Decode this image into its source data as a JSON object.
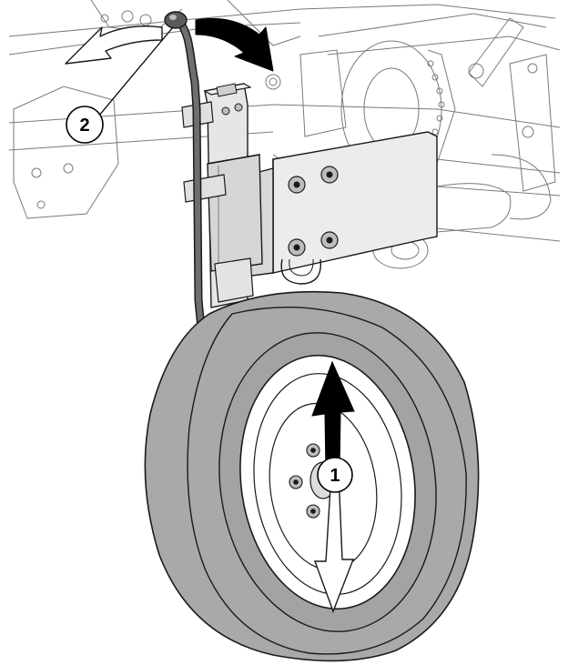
{
  "callouts": [
    {
      "id": "1",
      "label": "1"
    },
    {
      "id": "2",
      "label": "2"
    }
  ],
  "colors": {
    "tire": "#a9a9a9",
    "tire_dark": "#8c8c8c",
    "bracket": "#e2e2e2",
    "frame": "#b0b0b0",
    "arrow_dark": "#000000",
    "arrow_light": "#ffffff"
  }
}
